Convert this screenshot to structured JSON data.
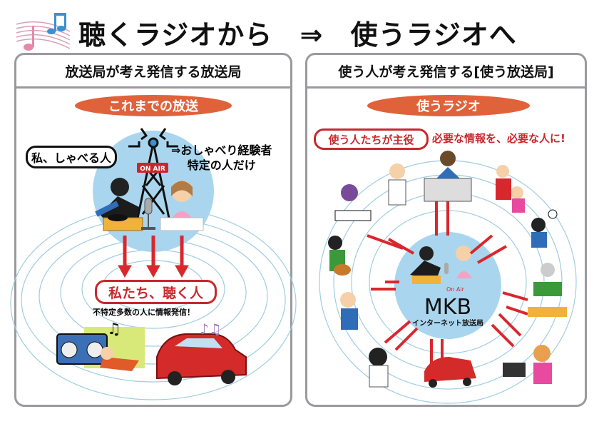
{
  "title": {
    "from": "聴くラジオから",
    "arrow": "⇒",
    "to": "使うラジオへ"
  },
  "left_panel": {
    "header": "放送局が考え発信する放送局",
    "pill": "これまでの放送",
    "speaker_label": "私、しゃべる人",
    "speaker_note_line1": "⇒おしゃべり経験者",
    "speaker_note_line2": "特定の人だけ",
    "on_air": "ON AIR",
    "listener_label": "私たち、聴く人",
    "listener_note": "不特定多数の人に情報発信！"
  },
  "right_panel": {
    "header": "使う人が考え発信する[使う放送局]",
    "pill": "使うラジオ",
    "users_label": "使う人たちが主役",
    "slogan": "必要な情報を、必要な人に!",
    "on_air": "On Air",
    "logo": "MKB",
    "logo_sub": "インターネット放送局"
  },
  "colors": {
    "accent": "#e0623a",
    "red": "#c8282d",
    "circle": "#a9d6ee",
    "wave": "#9fcde0",
    "frame": "#9a9a9e"
  }
}
